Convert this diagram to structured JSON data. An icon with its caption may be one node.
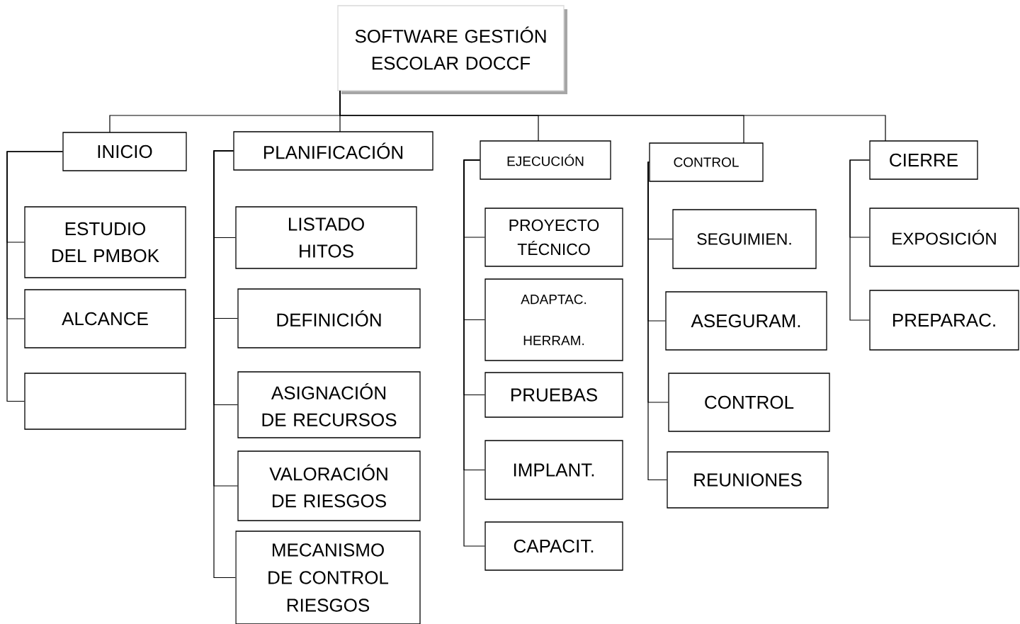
{
  "diagram": {
    "nodes": [
      {
        "text": [
          "SOFTWARE GESTIÓN ESCOLAR DOCCF"
        ]
      },
      {
        "text": [
          "INICIO"
        ]
      },
      {
        "text": [
          "PLANIFICACIÓN"
        ]
      },
      {
        "text": [
          "EJECUCIÓN"
        ]
      },
      {
        "text": [
          "CONTROL"
        ]
      },
      {
        "text": [
          "CIERRE"
        ]
      },
      {
        "text": [
          "ESTUDIO DEL PMBOK"
        ]
      },
      {
        "text": [
          "ALCANCE"
        ]
      },
      {
        "text": [],
        "shape": "box"
      },
      {
        "text": [
          "LISTADO HITOS"
        ]
      },
      {
        "text": [
          "DEFINICIÓN"
        ]
      },
      {
        "text": [
          "ASIGNACIÓN DE RECURSOS"
        ]
      },
      {
        "text": [
          "VALORACIÓN DE RIESGOS"
        ]
      },
      {
        "text": [
          "MECANISMO DE CONTROL RIESGOS"
        ]
      },
      {
        "text": [
          "PROYECTO TÉCNICO"
        ]
      },
      {
        "text": [
          "ADAPTAC. HERRAM."
        ]
      },
      {
        "text": [
          "PRUEBAS"
        ]
      },
      {
        "text": [
          "IMPLANT."
        ]
      },
      {
        "text": [
          "CAPACIT."
        ]
      },
      {
        "text": [
          "SEGUIMIEN."
        ]
      },
      {
        "text": [
          "ASEGURAM."
        ]
      },
      {
        "text": [
          "CONTROL"
        ]
      },
      {
        "text": [
          "REUNIONES"
        ]
      },
      {
        "text": [
          "EXPOSICIÓN"
        ]
      },
      {
        "text": [
          "PREPARAC."
        ]
      }
    ],
    "edges": [
      {
        "from": 0,
        "to": 1,
        "arrow": "none"
      },
      {
        "from": 0,
        "to": 2,
        "arrow": "none"
      },
      {
        "from": 0,
        "to": 3,
        "arrow": "none"
      },
      {
        "from": 0,
        "to": 4,
        "arrow": "none"
      },
      {
        "from": 0,
        "to": 5,
        "arrow": "none"
      },
      {
        "from": 1,
        "to": 6,
        "arrow": "none"
      },
      {
        "from": 1,
        "to": 7,
        "arrow": "none"
      },
      {
        "from": 1,
        "to": 8,
        "arrow": "none"
      },
      {
        "from": 2,
        "to": 9,
        "arrow": "none"
      },
      {
        "from": 2,
        "to": 10,
        "arrow": "none"
      },
      {
        "from": 2,
        "to": 11,
        "arrow": "none"
      },
      {
        "from": 2,
        "to": 12,
        "arrow": "none"
      },
      {
        "from": 2,
        "to": 13,
        "arrow": "none"
      },
      {
        "from": 3,
        "to": 14,
        "arrow": "none"
      },
      {
        "from": 3,
        "to": 15,
        "arrow": "none"
      },
      {
        "from": 3,
        "to": 16,
        "arrow": "none"
      },
      {
        "from": 3,
        "to": 17,
        "arrow": "none"
      },
      {
        "from": 3,
        "to": 18,
        "arrow": "none"
      },
      {
        "from": 4,
        "to": 19,
        "arrow": "none"
      },
      {
        "from": 4,
        "to": 20,
        "arrow": "none"
      },
      {
        "from": 4,
        "to": 21,
        "arrow": "none"
      },
      {
        "from": 4,
        "to": 22,
        "arrow": "none"
      },
      {
        "from": 5,
        "to": 23,
        "arrow": "none"
      },
      {
        "from": 5,
        "to": 24,
        "arrow": "none"
      }
    ]
  }
}
